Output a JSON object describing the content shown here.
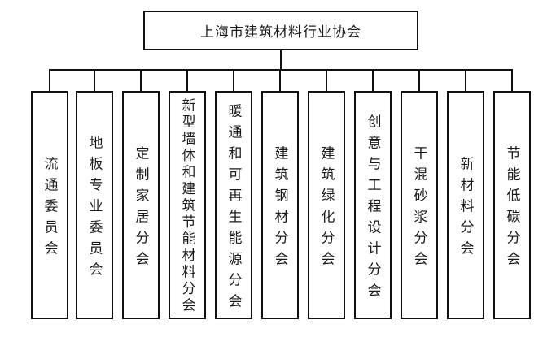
{
  "org": {
    "root": {
      "label": "上海市建筑材料行业协会"
    },
    "branches": [
      {
        "label": "流通委员会"
      },
      {
        "label": "地板专业委员会"
      },
      {
        "label": "定制家居分会"
      },
      {
        "label": "新型墙体和建筑节能材料分会"
      },
      {
        "label": "暖通和可再生能源分会"
      },
      {
        "label": "建筑钢材分会"
      },
      {
        "label": "建筑绿化分会"
      },
      {
        "label": "创意与工程设计分会"
      },
      {
        "label": "干混砂浆分会"
      },
      {
        "label": "新材料分会"
      },
      {
        "label": "节能低碳分会"
      }
    ],
    "colors": {
      "line": "#111111",
      "text": "#1a1a1a",
      "background": "#ffffff"
    }
  }
}
